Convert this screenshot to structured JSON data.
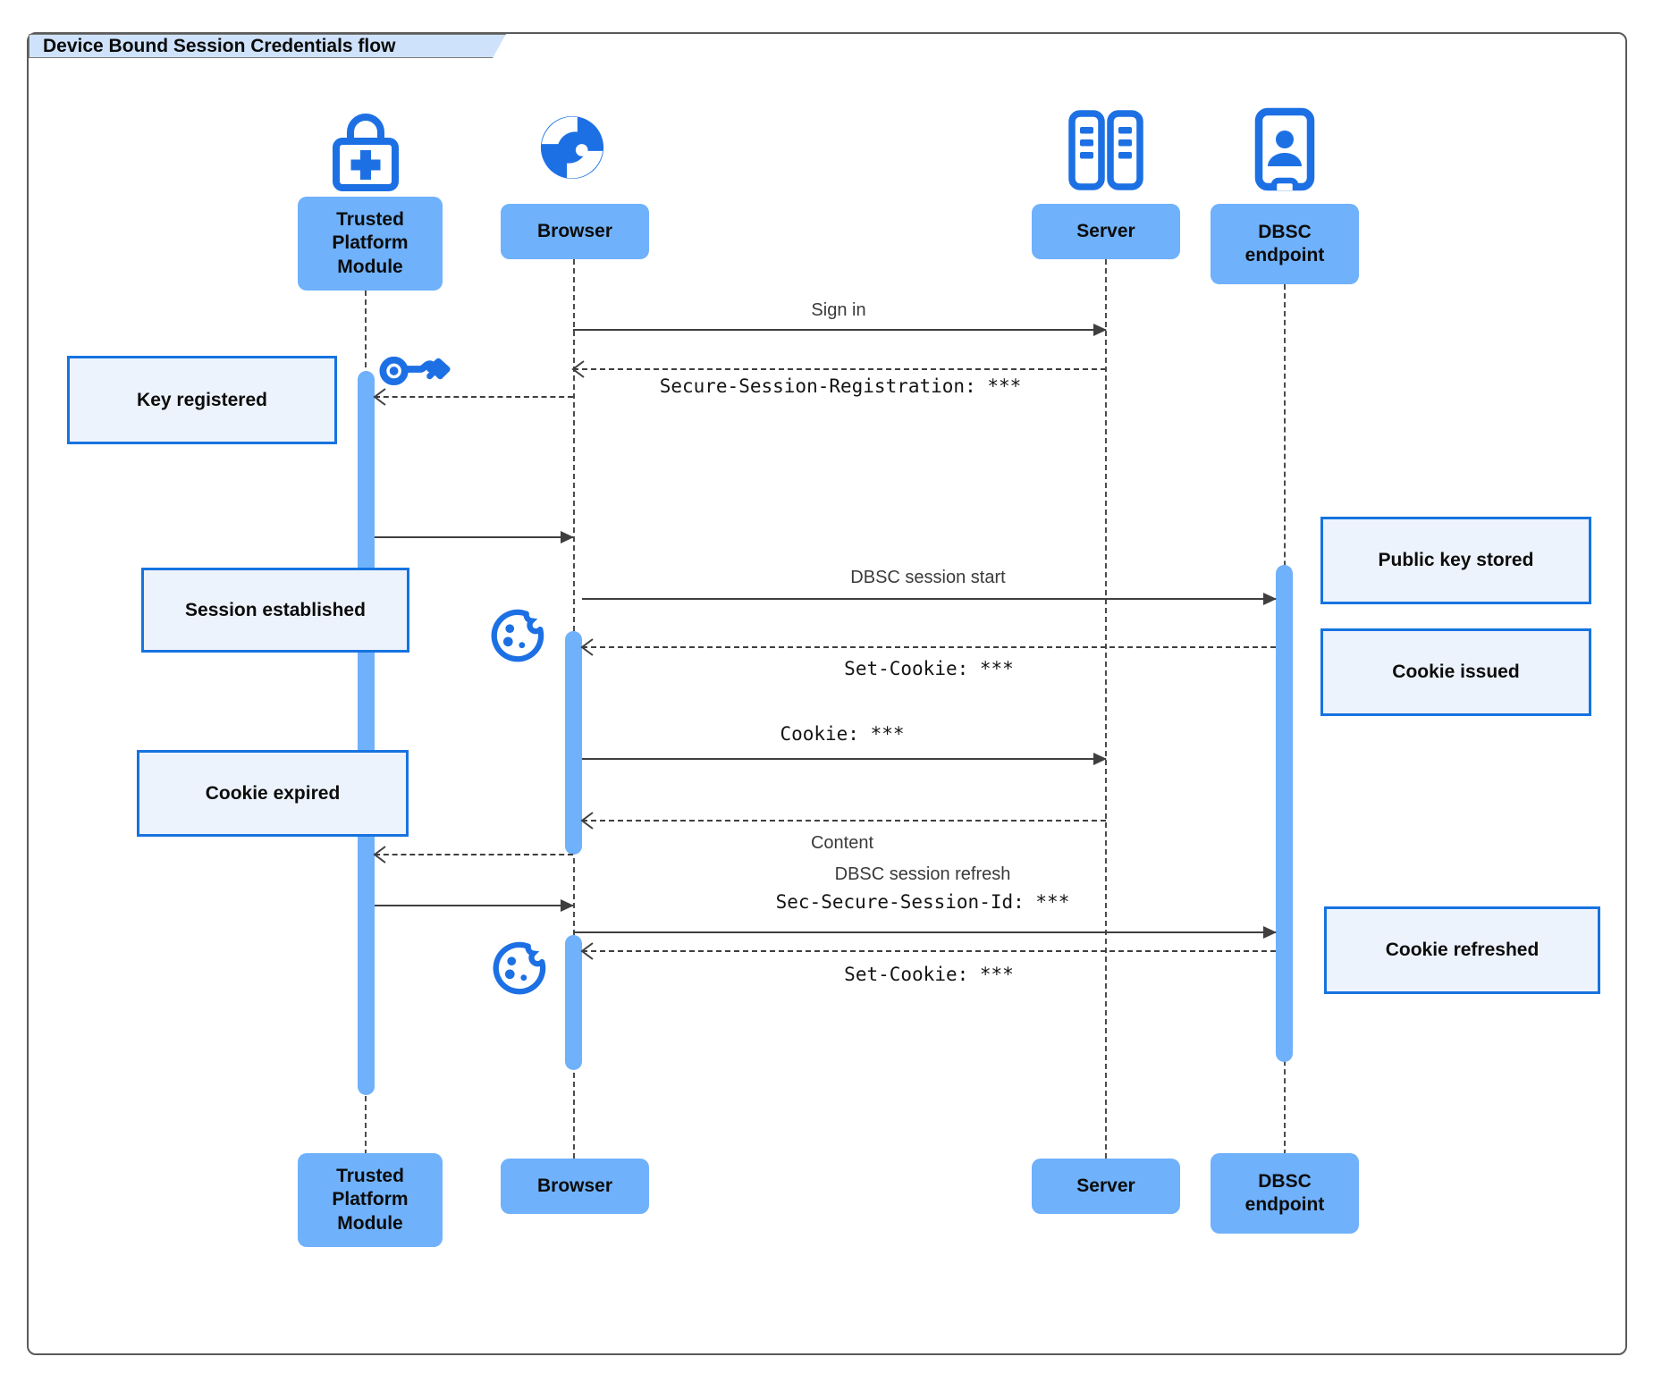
{
  "diagram": {
    "title": "Device Bound Session Credentials flow"
  },
  "actors": {
    "tpm": {
      "label": "Trusted Platform Module",
      "icon": "lock-plus-icon"
    },
    "browser": {
      "label": "Browser",
      "icon": "globe-icon"
    },
    "server": {
      "label": "Server",
      "icon": "server-rack-icon"
    },
    "dbsc": {
      "label": "DBSC endpoint",
      "icon": "person-terminal-icon"
    }
  },
  "messages": {
    "sign_in": "Sign in",
    "secure_session_registration": "Secure-Session-Registration: ***",
    "dbsc_session_start": "DBSC session start",
    "set_cookie_issued": "Set-Cookie: ***",
    "cookie": "Cookie: ***",
    "content": "Content",
    "dbsc_session_refresh": "DBSC session refresh",
    "sec_secure_session_id": "Sec-Secure-Session-Id: ***",
    "set_cookie_refreshed": "Set-Cookie: ***"
  },
  "notes": {
    "key_registered": "Key registered",
    "session_established": "Session established",
    "cookie_expired": "Cookie expired",
    "public_key_stored": "Public key stored",
    "cookie_issued": "Cookie issued",
    "cookie_refreshed": "Cookie refreshed"
  },
  "colors": {
    "icon_blue": "#1d70e4",
    "fill_blue": "#6fb1fb",
    "note_bg": "#edf3fc",
    "note_border": "#1673e0",
    "title_bg": "#cfe2fb"
  }
}
